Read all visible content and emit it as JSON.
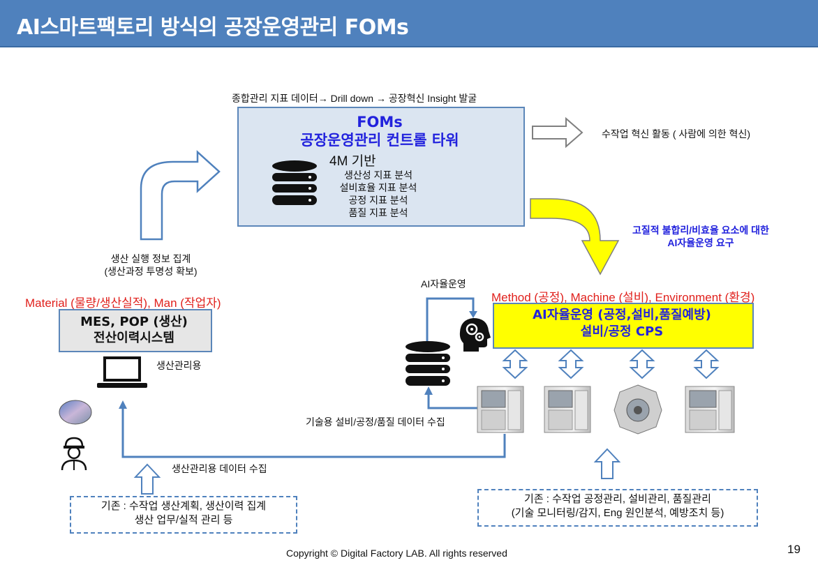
{
  "title": "AI스마트팩토리 방식의 공장운영관리 FOMs",
  "top_caption": "종합관리 지표 데이터→ Drill down → 공장혁신 Insight 발굴",
  "tower": {
    "title_line1": "FOMs",
    "title_line2": "공장운영관리 컨트롤 타워",
    "subtitle": "4M 기반",
    "items": [
      "생산성 지표 분석",
      "설비효율 지표 분석",
      "공정 지표 분석",
      "품질 지표 분석"
    ]
  },
  "manual_activity": "수작업 혁신 활동 ( 사람에 의한 혁신)",
  "ai_request": {
    "line1": "고질적 불합리/비효율 요소에 대한",
    "line2": "AI자율운영 요구"
  },
  "production_info": {
    "line1": "생산 실행 정보 집계",
    "line2": "(생산과정 투명성 확보)"
  },
  "material_man": "Material (물량/생산실적),  Man (작업자)",
  "mes": {
    "line1": "MES, POP (생산)",
    "line2": "전산이력시스템"
  },
  "laptop_label": "생산관리용",
  "ai_ops_label": "AI자율운영",
  "method_label": "Method (공정),  Machine (설비), Environment (환경)",
  "ai_box": {
    "line1": "AI자율운영 (공정,설비,품질예방)",
    "line2": "설비/공정 CPS"
  },
  "tech_data": "기술용 설비/공정/품질 데이터 수집",
  "prod_data": "생산관리용 데이터 수집",
  "existing_left": {
    "line1": "기존 : 수작업 생산계획, 생산이력 집계",
    "line2": "생산 업무/실적 관리 등"
  },
  "existing_right": {
    "line1": "기존 : 수작업 공정관리, 설비관리, 품질관리",
    "line2": "(기술 모니터링/감지, Eng 원인분석, 예방조치 등)"
  },
  "copyright": "Copyright © Digital Factory LAB. All rights reserved",
  "page_number": "19",
  "colors": {
    "header": "#4f81bd",
    "tower_fill": "#dbe5f1",
    "ai_fill": "#ffff00",
    "accent_blue": "#2222dd",
    "accent_red": "#e0201c"
  },
  "icons": [
    "database-icon",
    "ai-head-icon",
    "laptop-icon",
    "wafer-icon",
    "worker-icon",
    "machine-icon"
  ]
}
